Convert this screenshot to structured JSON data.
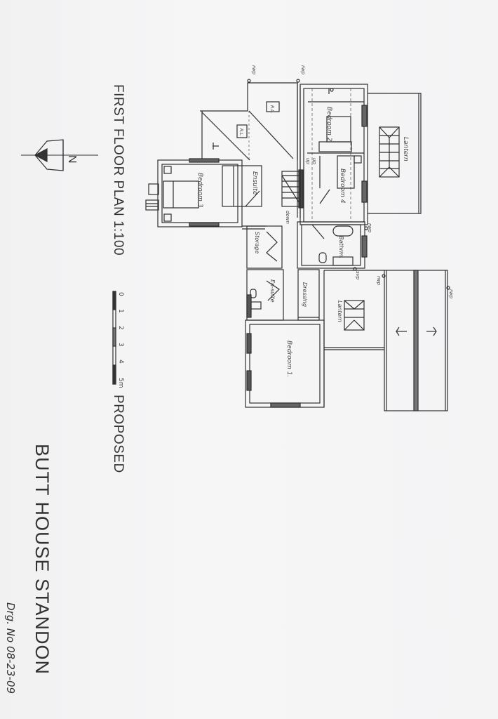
{
  "drawing": {
    "title": "FIRST FLOOR PLAN 1:100",
    "status": "PROPOSED",
    "project": "BUTT HOUSE STANDON",
    "drawing_number": "Drg. No 08-23-09",
    "north_label": "N"
  },
  "scale_bar": {
    "ticks": [
      "0",
      "1",
      "2",
      "3",
      "4",
      "5m"
    ]
  },
  "rooms": {
    "bedroom_1": "Bedroom 1.",
    "bedroom_2": "Bedroom 2",
    "bedroom_3": "Bedroom 3",
    "bedroom_4": "Bedroom 4",
    "ensuite_upper": "Ensuite",
    "ensuite_lower": "En-suite",
    "bathroom": "Bathrm.",
    "dressing": "Dressing",
    "storage": "Storage",
    "lantern_upper": "Lantern",
    "lantern_lower": "Lantern"
  },
  "annotations": {
    "rwp": "rwp",
    "svp": "svp",
    "rl": "R.L.",
    "stair_up_1": "up",
    "stair_up_2": "up",
    "stair_down": "down"
  },
  "colors": {
    "ink": "#2f2f2f",
    "paper": "#f3f3f4",
    "fill_dark": "#555555"
  }
}
